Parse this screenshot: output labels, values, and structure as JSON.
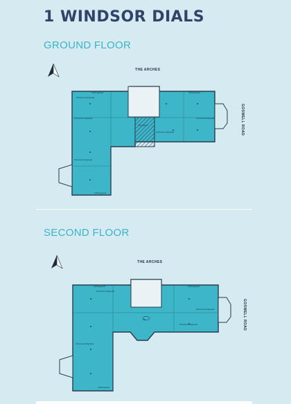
{
  "title": "1 WINDSOR DIALS",
  "floors": [
    {
      "label": "GROUND FLOOR",
      "street_top": "THE ARCHES",
      "street_right": "GOSWELL ROAD",
      "annotations": [
        "OP Exposed",
        "OP Exposed",
        "Structural Exposed",
        "Structural Exposed",
        "Structural Exposed",
        "Structural Exposed",
        "OP Exposed",
        "Reception",
        "Structural Exposed"
      ]
    },
    {
      "label": "SECOND FLOOR",
      "street_top": "THE ARCHES",
      "street_right": "GOSWELL ROAD",
      "annotations": [
        "OP Exposed",
        "OP Exposed",
        "Structural Exposed",
        "Structural Exposed",
        "Structural Exposed",
        "Structural Exposed",
        "OP Exposed"
      ]
    }
  ],
  "colors": {
    "background": "#d6eaf1",
    "floor_fill": "#3cb6c8",
    "wall": "#2a3a4a",
    "title": "#2f4468",
    "accent": "#3bb3c8"
  },
  "icons": [
    "north-arrow-icon"
  ]
}
